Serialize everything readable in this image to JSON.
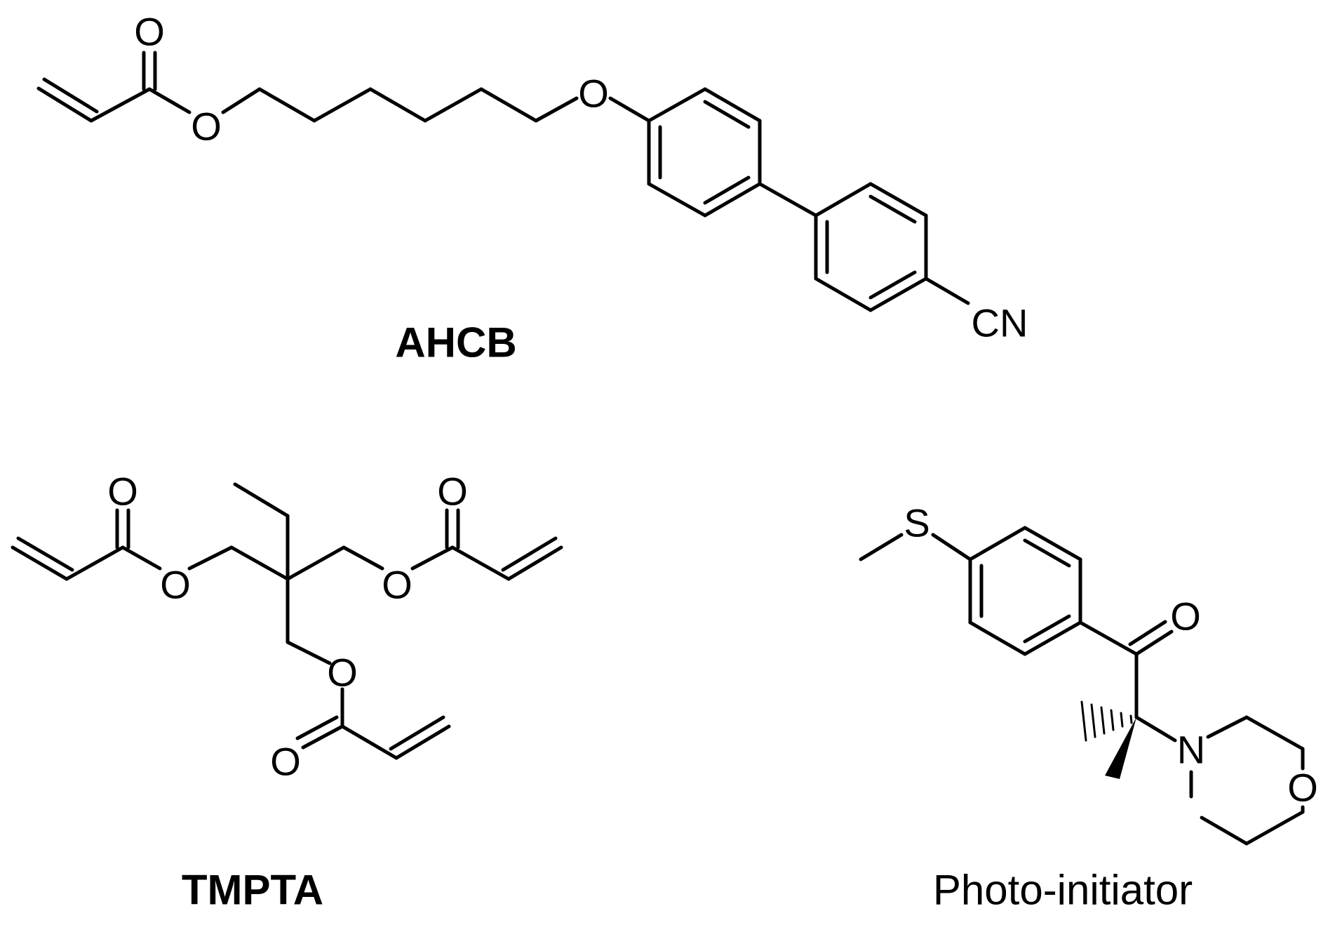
{
  "molecules": [
    {
      "id": "ahcb",
      "name": "AHCB",
      "bold": true,
      "atoms": [
        {
          "t": "O"
        },
        {
          "t": "O"
        },
        {
          "t": "O"
        },
        {
          "t": "CN"
        }
      ]
    },
    {
      "id": "tmpta",
      "name": "TMPTA",
      "bold": true,
      "atoms": [
        {
          "t": "O"
        },
        {
          "t": "O"
        },
        {
          "t": "O"
        },
        {
          "t": "O"
        },
        {
          "t": "O"
        },
        {
          "t": "O"
        }
      ]
    },
    {
      "id": "photo-initiator",
      "name": "Photo-initiator",
      "bold": false,
      "atoms": [
        {
          "t": "S"
        },
        {
          "t": "O"
        },
        {
          "t": "N"
        },
        {
          "t": "O"
        }
      ]
    }
  ]
}
